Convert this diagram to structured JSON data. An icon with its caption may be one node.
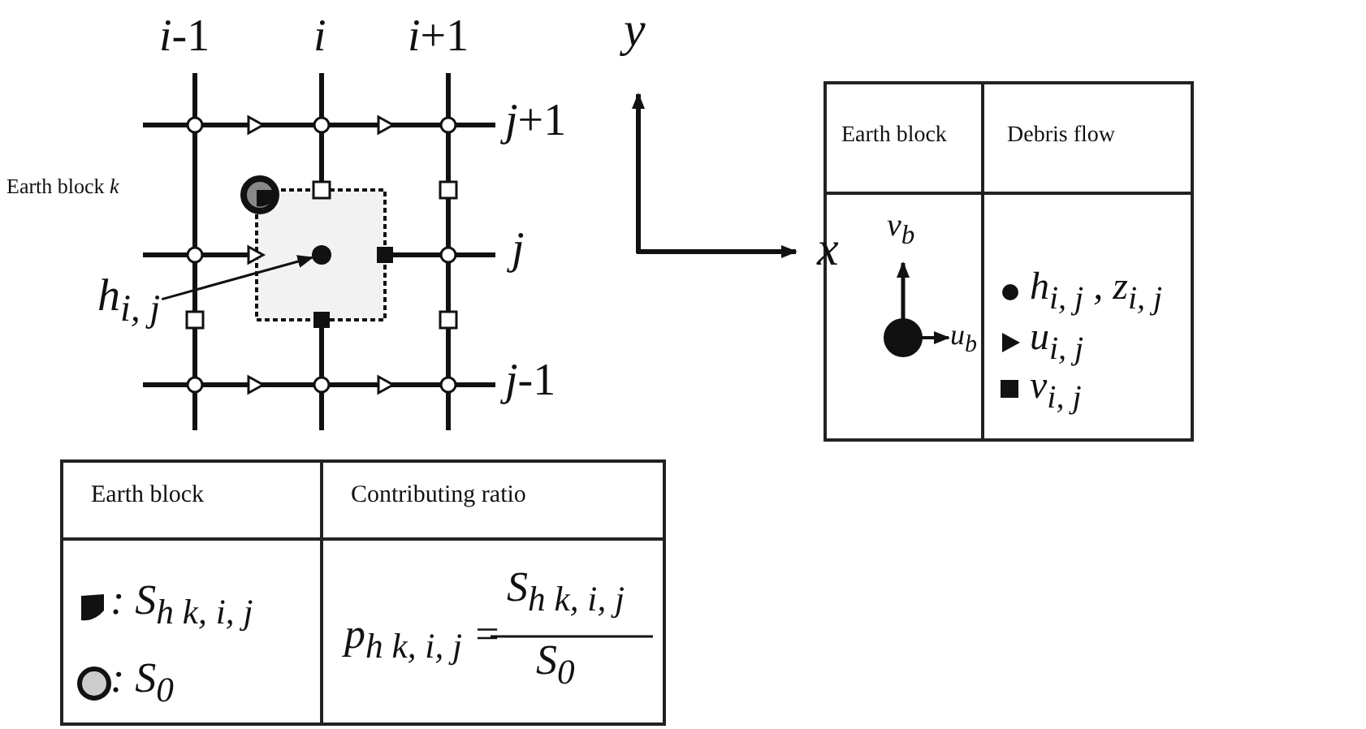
{
  "diagram": {
    "nodes": [
      {
        "text": [
          "h$_{i, j}$"
        ]
      },
      {
        "text": [],
        "shape": "circle"
      }
    ],
    "edges": [
      {
        "from": 0,
        "to": 1,
        "arrow": "to"
      }
    ],
    "labels": [
      "*i*-1",
      "*i*",
      "*i*+1",
      "y",
      "*j*+1",
      "Earth block *k*",
      "*j*",
      "x",
      "*j*-1",
      "Earth block",
      "Debris flow",
      "v$_{b}$",
      "u$_{b}$",
      "h$_{i, j}$ , z$_{i, j}$",
      "u$_{i, j}$",
      "v$_{i, j}$",
      "Earth block",
      "Contributing ratio",
      ": S$_{h k, i, j}$",
      ": S$_{0}$",
      "p$_{h k, i, j}$ =",
      "S$_{h k, i, j}$",
      "S$_{0}$"
    ]
  }
}
